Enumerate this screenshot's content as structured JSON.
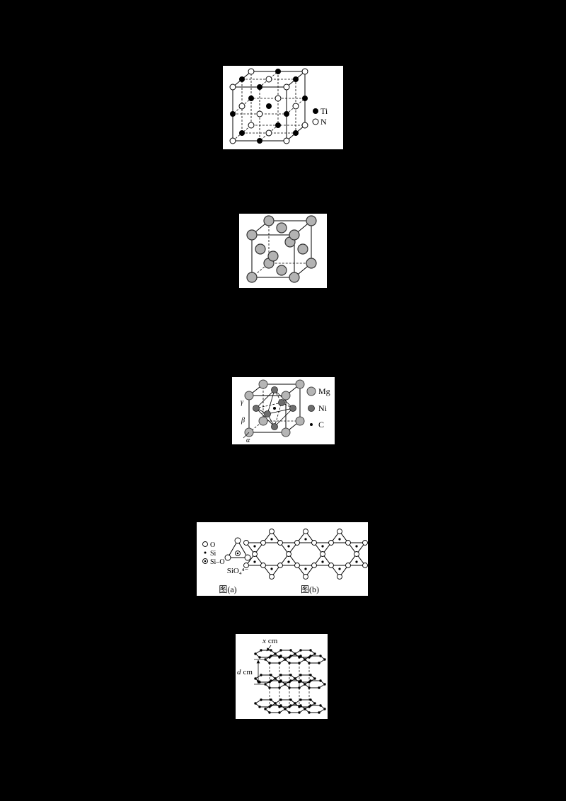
{
  "colors": {
    "page_bg": "#000000",
    "figure_bg": "#ffffff",
    "sphere_gray": "#b3b3b3",
    "ni_gray": "#6e6e6e",
    "atom_black": "#000000"
  },
  "fig_tin": {
    "legend_ti": "Ti",
    "legend_n": "N"
  },
  "fig_mgnic": {
    "legend_mg": "Mg",
    "legend_ni": "Ni",
    "legend_c": "C",
    "angle_alpha": "α",
    "angle_beta": "β",
    "angle_gamma": "γ"
  },
  "fig_silicate": {
    "legend_o": "O",
    "legend_si": "Si",
    "legend_sio": "Si–O",
    "formula": "SiO₄⁴⁻",
    "caption_a": "图(a)",
    "caption_b": "图(b)"
  },
  "fig_graphite": {
    "x_var": "x",
    "d_var": "d",
    "unit": "cm"
  }
}
